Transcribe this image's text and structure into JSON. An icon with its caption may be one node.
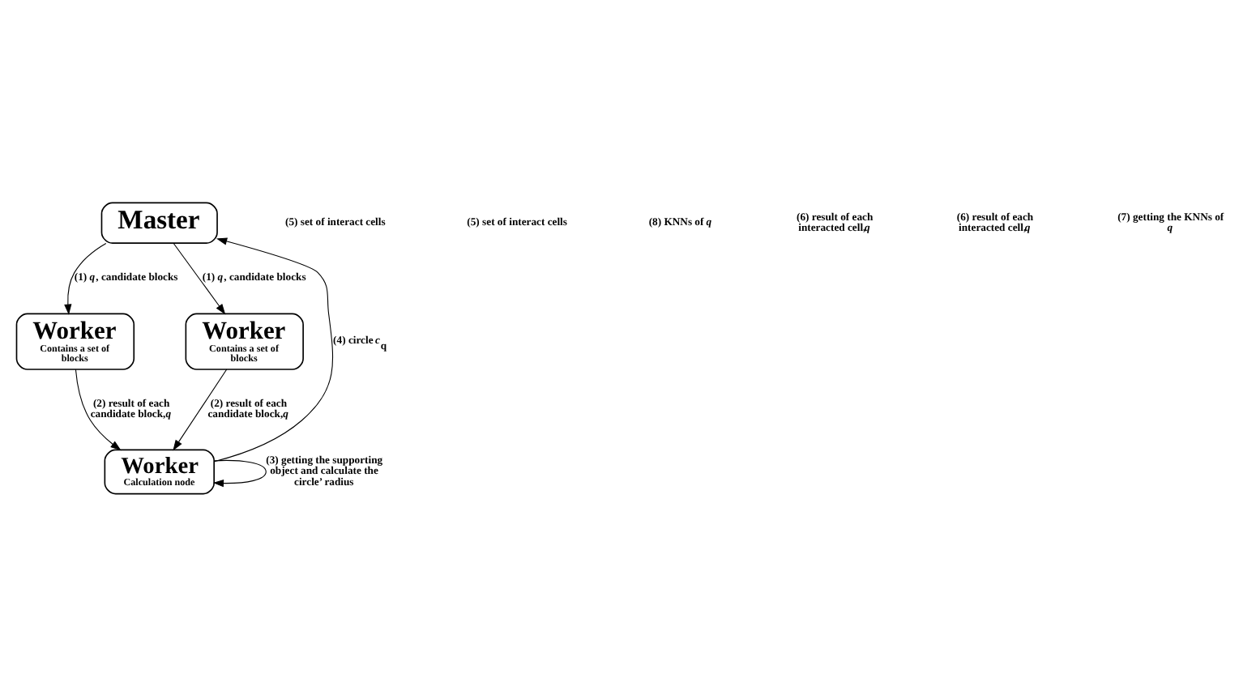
{
  "diagram": {
    "nodes": [
      {
        "text": [
          "Master"
        ]
      },
      {
        "text": [
          "Worker",
          "Contains a set of blocks"
        ]
      },
      {
        "text": [
          "Worker",
          "Contains a set of blocks"
        ]
      },
      {
        "text": [
          "Worker",
          "Calculation node"
        ]
      }
    ],
    "edges": [
      {
        "from": 0,
        "to": 1,
        "arrow": "to",
        "label": "(1) *q*, candidate blocks"
      },
      {
        "from": 0,
        "to": 2,
        "arrow": "to",
        "label": "(1) *q*, candidate blocks"
      },
      {
        "from": 3,
        "to": 0,
        "arrow": "to",
        "label": "(4) circle *c*$_{q}$"
      },
      {
        "from": 1,
        "to": 3,
        "arrow": "to",
        "label": "(2) result of each candidate block,*q*"
      },
      {
        "from": 2,
        "to": 3,
        "arrow": "to",
        "label": "(2) result of each candidate block,*q*"
      },
      {
        "from": 3,
        "to": 3,
        "arrow": "to",
        "label": "(3) getting the supporting object and calculate the circle’ radius"
      }
    ],
    "labels": [
      "(5) set of interact cells",
      "(5) set of interact cells",
      "(8) KNNs of *q*",
      "(6) result of each interacted cell,*q*",
      "(6) result of each interacted cell,*q*",
      "(7) getting the KNNs of *q*"
    ]
  }
}
